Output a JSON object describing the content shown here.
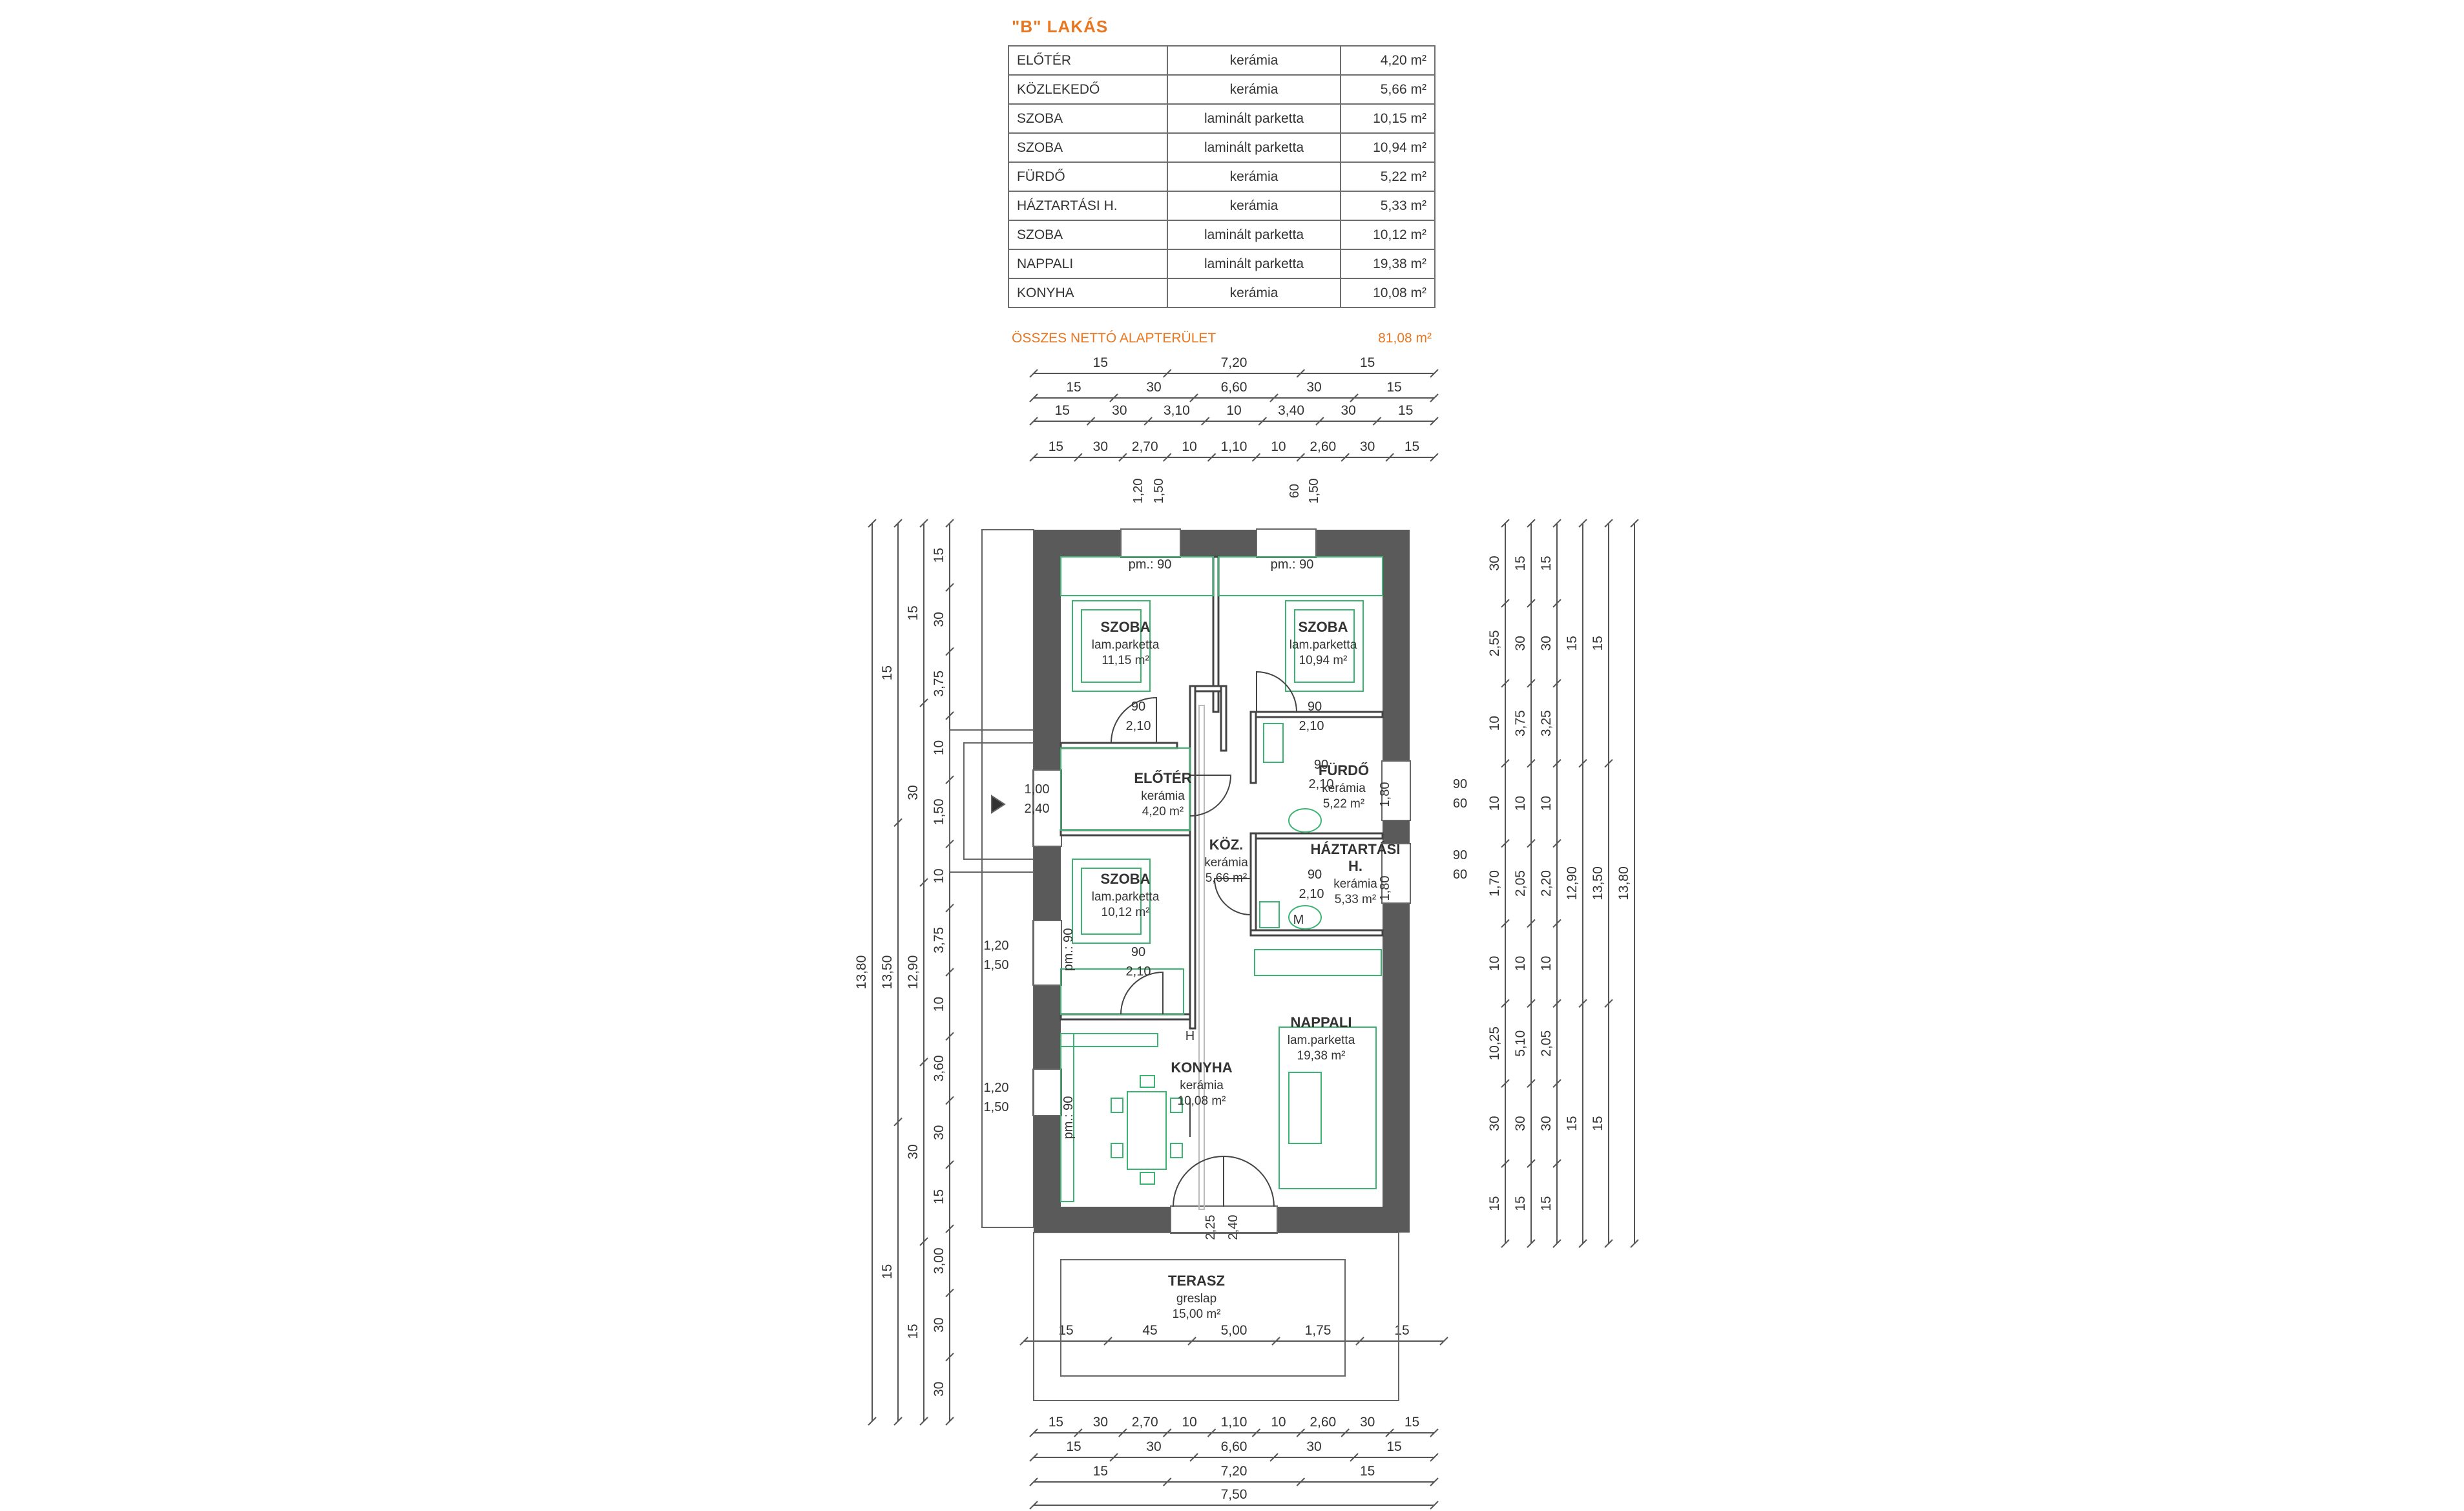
{
  "title": "\"B\" LAKÁS",
  "rooms_table": [
    {
      "name": "ELŐTÉR",
      "floor": "kerámia",
      "area": "4,20 m²"
    },
    {
      "name": "KÖZLEKEDŐ",
      "floor": "kerámia",
      "area": "5,66 m²"
    },
    {
      "name": "SZOBA",
      "floor": "laminált parketta",
      "area": "10,15 m²"
    },
    {
      "name": "SZOBA",
      "floor": "laminált parketta",
      "area": "10,94 m²"
    },
    {
      "name": "FÜRDŐ",
      "floor": "kerámia",
      "area": "5,22 m²"
    },
    {
      "name": "HÁZTARTÁSI H.",
      "floor": "kerámia",
      "area": "5,33 m²"
    },
    {
      "name": "SZOBA",
      "floor": "laminált parketta",
      "area": "10,12 m²"
    },
    {
      "name": "NAPPALI",
      "floor": "laminált parketta",
      "area": "19,38 m²"
    },
    {
      "name": "KONYHA",
      "floor": "kerámia",
      "area": "10,08 m²"
    }
  ],
  "total": {
    "label": "ÖSSZES NETTÓ ALAPTERÜLET",
    "value": "81,08 m²"
  },
  "colors": {
    "accent": "#e87722",
    "wall": "#5a5a5a",
    "furniture": "#3cb371",
    "line": "#333333"
  },
  "plan_rooms": [
    {
      "name": "SZOBA",
      "floor": "lam.parketta",
      "area": "11,15 m²"
    },
    {
      "name": "SZOBA",
      "floor": "lam.parketta",
      "area": "10,94 m²"
    },
    {
      "name": "ELŐTÉR",
      "floor": "kerámia",
      "area": "4,20 m²"
    },
    {
      "name": "KÖZ.",
      "floor": "kerámia",
      "area": "5,66 m²"
    },
    {
      "name": "FÜRDŐ",
      "floor": "kerámia",
      "area": "5,22 m²"
    },
    {
      "name": "HÁZTARTÁSI",
      "name2": "H.",
      "floor": "kerámia",
      "area": "5,33 m²"
    },
    {
      "name": "SZOBA",
      "floor": "lam.parketta",
      "area": "10,12 m²"
    },
    {
      "name": "NAPPALI",
      "floor": "lam.parketta",
      "area": "19,38 m²"
    },
    {
      "name": "KONYHA",
      "floor": "kerámia",
      "area": "10,08 m²"
    },
    {
      "name": "TERASZ",
      "floor": "greslap",
      "area": "15,00 m²"
    }
  ],
  "opening_labels": [
    "pm.: 90",
    "pm.: 90",
    "90",
    "2,10",
    "90",
    "2,10",
    "1,00",
    "2,40",
    "90",
    "2,10",
    "90",
    "2,10",
    "90",
    "2,10",
    "pm.: 90",
    "pm.: 90",
    "1,80",
    "1,80",
    "1,20",
    "1,50",
    "60",
    "1,50",
    "1,20",
    "1,50",
    "1,20",
    "1,50",
    "90",
    "60",
    "90",
    "60",
    "2,25",
    "2,40",
    "M",
    "H"
  ],
  "dims_top": [
    [
      "15",
      "7,20",
      "15"
    ],
    [
      "15",
      "30",
      "6,60",
      "30",
      "15"
    ],
    [
      "15",
      "30",
      "3,10",
      "10",
      "3,40",
      "30",
      "15"
    ],
    [
      "15",
      "30",
      "2,70",
      "10",
      "1,10",
      "10",
      "2,60",
      "30",
      "15"
    ]
  ],
  "dims_bottom": [
    [
      "15",
      "30",
      "2,70",
      "10",
      "1,10",
      "10",
      "2,60",
      "30",
      "15"
    ],
    [
      "15",
      "30",
      "6,60",
      "30",
      "15"
    ],
    [
      "15",
      "7,20",
      "15"
    ],
    [
      "7,50"
    ]
  ],
  "dims_left": [
    [
      "13,80"
    ],
    [
      "15",
      "13,50",
      "15"
    ],
    [
      "15",
      "30",
      "12,90",
      "30",
      "15"
    ],
    [
      "15",
      "30",
      "3,75",
      "10",
      "1,50",
      "10",
      "3,75",
      "10",
      "3,60",
      "30",
      "15",
      "3,00",
      "30",
      "30"
    ]
  ],
  "dims_right": [
    [
      "30",
      "2,55",
      "10",
      "10",
      "1,70",
      "10",
      "10,25",
      "30",
      "15"
    ],
    [
      "15",
      "30",
      "3,75",
      "10",
      "2,05",
      "10",
      "5,10",
      "30",
      "15"
    ],
    [
      "15",
      "30",
      "3,25",
      "10",
      "2,20",
      "10",
      "2,05",
      "30",
      "15"
    ],
    [
      "15",
      "12,90",
      "15"
    ],
    [
      "15",
      "13,50",
      "15"
    ],
    [
      "13,80"
    ]
  ],
  "terrace_dims": [
    "15",
    "45",
    "5,00",
    "1,75",
    "15"
  ]
}
